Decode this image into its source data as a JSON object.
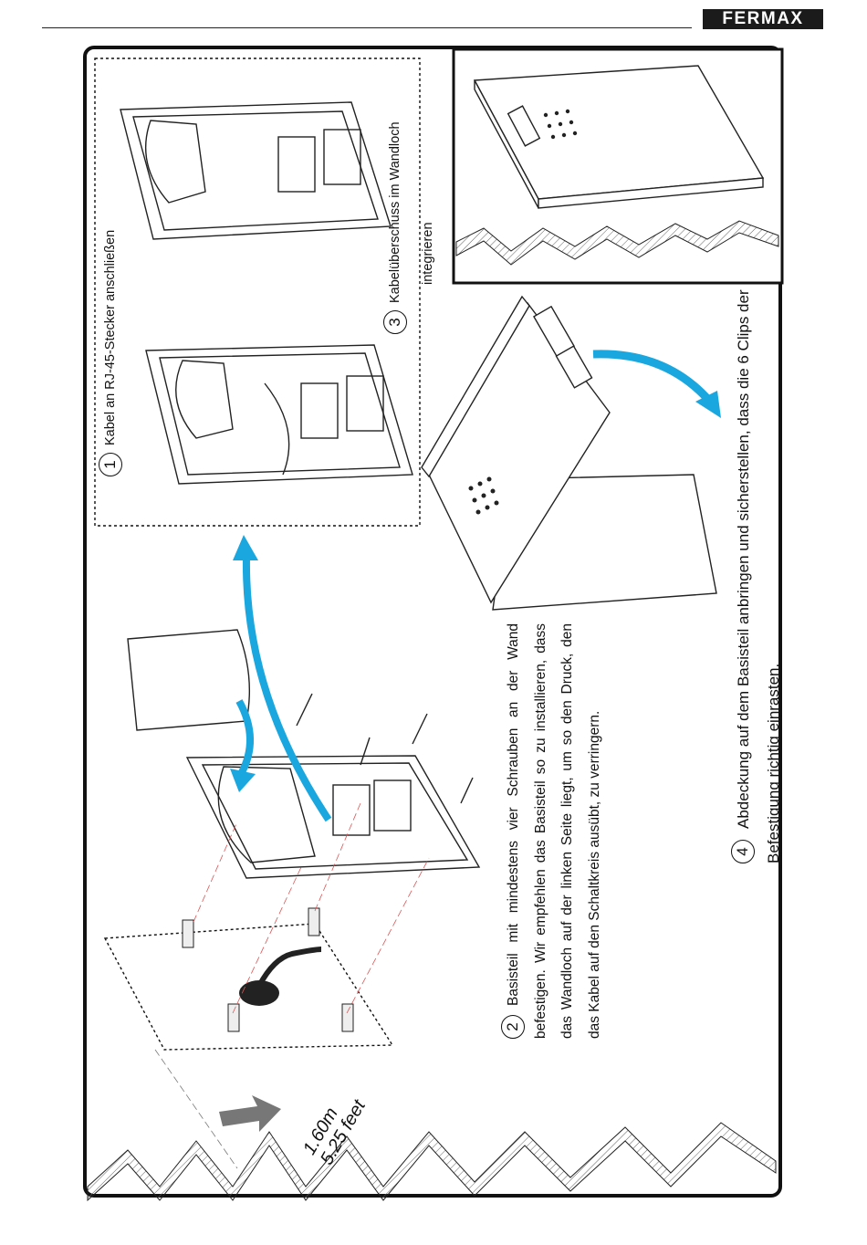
{
  "header": {
    "brand": "FERMAX"
  },
  "steps": [
    {
      "number": "1",
      "text": "Kabel an RJ-45-Stecker anschließen"
    },
    {
      "number": "2",
      "text": "Basisteil mit mindestens vier Schrauben an der Wand befestigen. Wir empfehlen das Basisteil so zu installieren, dass das Wandloch auf der linken Seite liegt, um so den Druck, den das Kabel auf den Schaltkreis ausübt, zu verringern."
    },
    {
      "number": "3",
      "text_line1": "Kabelüberschuss im Wandloch",
      "text_line2": "integrieren"
    },
    {
      "number": "4",
      "text": "Abdeckung auf dem Basisteil anbringen und sicherstellen, dass die 6 Clips der Befestigung richtig einrasten."
    }
  ],
  "mounting_height": {
    "metric": "1.60m",
    "imperial": "5.25 feet"
  },
  "colors": {
    "arrow": "#1aa7e0",
    "line": "#111111",
    "hatch": "#555555",
    "brand_bg": "#1b1b1b"
  }
}
